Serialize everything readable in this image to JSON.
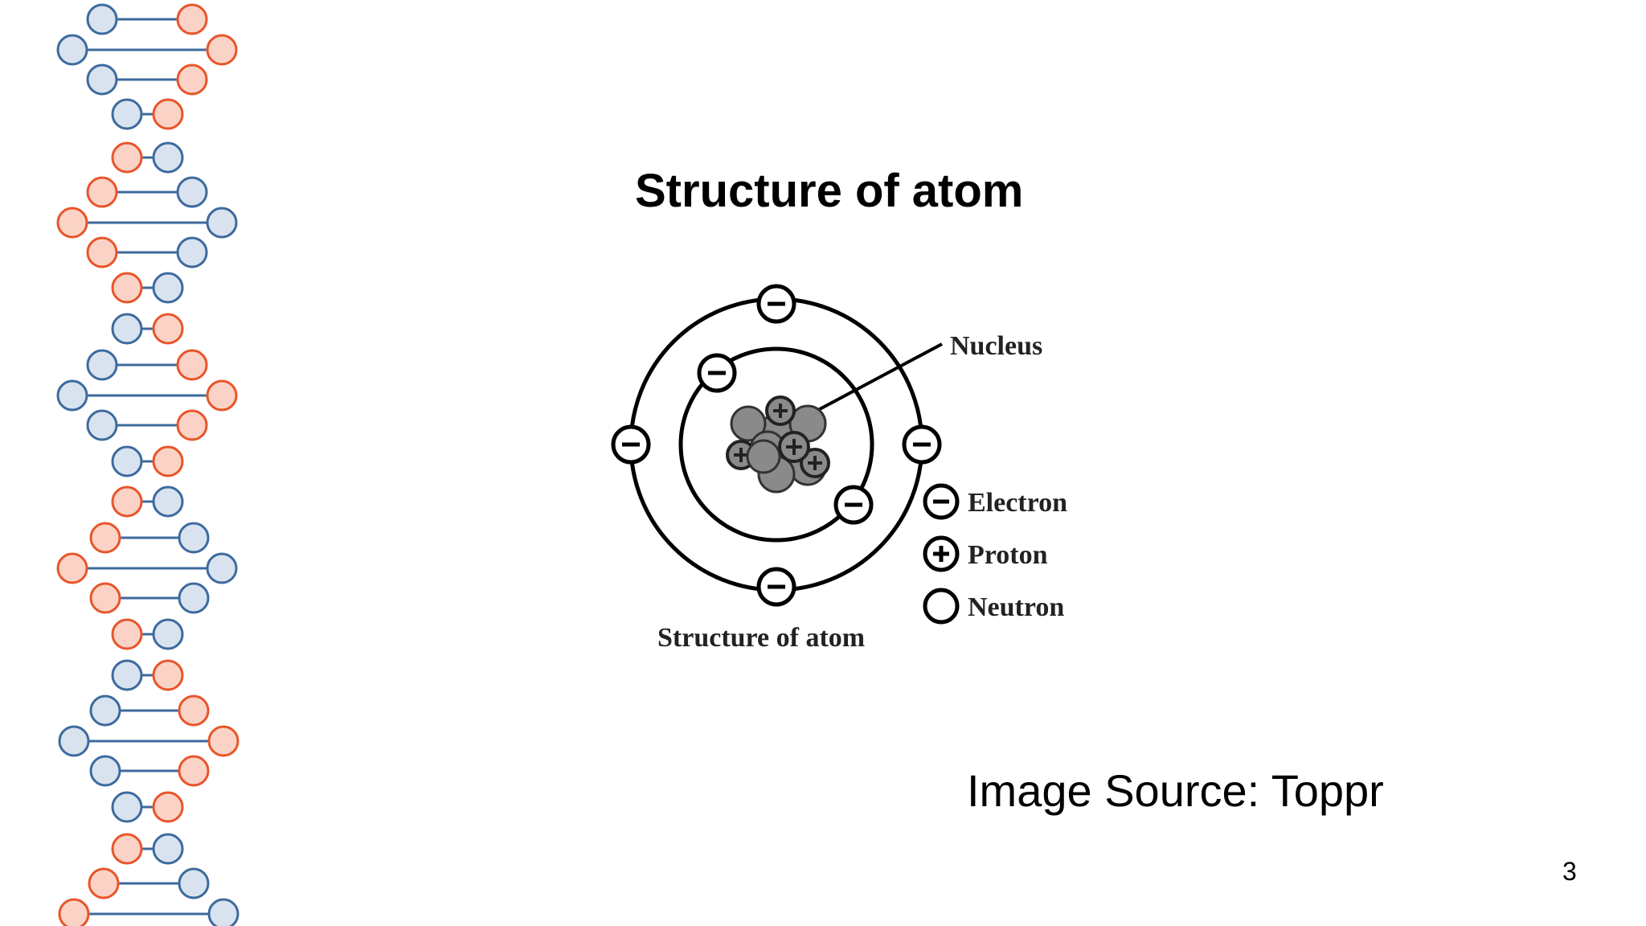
{
  "slide": {
    "title": "Structure of atom",
    "image_source": "Image Source: Toppr",
    "page_number": "3"
  },
  "diagram": {
    "nucleus_label": "Nucleus",
    "caption": "Structure of atom",
    "legend": [
      {
        "symbol": "minus",
        "label": "Electron"
      },
      {
        "symbol": "plus",
        "label": "Proton"
      },
      {
        "symbol": "empty",
        "label": "Neutron"
      }
    ]
  },
  "colors": {
    "dna_orange": "#e8552a",
    "dna_orange_fill": "#fbd3c6",
    "dna_blue": "#3d6a9e",
    "dna_blue_fill": "#d9e3ef",
    "nucleus_gray": "#8a8a8a",
    "ink": "#000000"
  }
}
